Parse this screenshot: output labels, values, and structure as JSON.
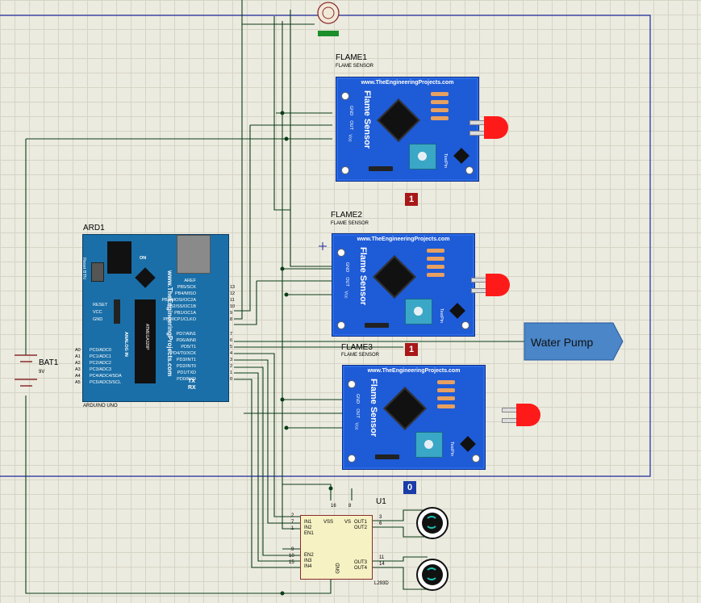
{
  "flame1": {
    "ref": "FLAME1",
    "type": "FLAME SENSOR",
    "url": "www.TheEngineeringProjects.com",
    "label": "Flame Sensor",
    "pins": [
      "GND",
      "OUT",
      "Vcc"
    ],
    "testpin": "TestPin"
  },
  "flame2": {
    "ref": "FLAME2",
    "type": "FLAME SENSOR",
    "url": "www.TheEngineeringProjects.com",
    "label": "Flame Sensor",
    "pins": [
      "GND",
      "OUT",
      "Vcc"
    ],
    "testpin": "TestPin"
  },
  "flame3": {
    "ref": "FLAME3",
    "type": "FLAME SENSOR",
    "url": "www.TheEngineeringProjects.com",
    "label": "Flame Sensor",
    "pins": [
      "GND",
      "OUT",
      "Vcc"
    ],
    "testpin": "TestPin"
  },
  "arduino": {
    "ref": "ARD1",
    "name": "ARDUINO UNO",
    "url": "www.TheEngineeringProjects.com",
    "reset_btn": "Reset BTN",
    "on": "ON",
    "left_pins": [
      "RESET",
      "VCC",
      "GND"
    ],
    "analog_pins": [
      "A0",
      "A1",
      "A2",
      "A3",
      "A4",
      "A5"
    ],
    "analog_labels": [
      "PC0/ADC0",
      "PC1/ADC1",
      "PC2/ADC2",
      "PC3/ADC3",
      "PC4/ADC4/SDA",
      "PC5/ADC5/SCL"
    ],
    "analog_in": "ANALOG IN",
    "chip": "ATMEGA328P",
    "digital_top": [
      {
        "label": "AREF",
        "num": ""
      },
      {
        "label": "PB5/SCK",
        "num": "13"
      },
      {
        "label": "PB4/MISO",
        "num": "12"
      },
      {
        "label": "PB3/MOSI/OC2A",
        "num": "11"
      },
      {
        "label": "PB2/SS/OC1B",
        "num": "10"
      },
      {
        "label": "PB1/OC1A",
        "num": "9"
      },
      {
        "label": "PB0/ICP1/CLKO",
        "num": "8"
      }
    ],
    "digital_bottom": [
      {
        "label": "PD7/AIN1",
        "num": "7"
      },
      {
        "label": "PD6/AIN0",
        "num": "6"
      },
      {
        "label": "PD5/T1",
        "num": "5"
      },
      {
        "label": "PD4/T0/XCK",
        "num": "4"
      },
      {
        "label": "PD3/INT1",
        "num": "3"
      },
      {
        "label": "PD2/INT0",
        "num": "2"
      },
      {
        "label": "PD1/TXD",
        "num": "1"
      },
      {
        "label": "PD0/RXD",
        "num": "0"
      }
    ],
    "tx": "TX",
    "rx": "RX"
  },
  "battery": {
    "ref": "BAT1",
    "value": "9V"
  },
  "terminal": {
    "label": "Water Pump"
  },
  "logic_probes": [
    {
      "value": "1"
    },
    {
      "value": "1"
    },
    {
      "value": "0"
    }
  ],
  "driver": {
    "ref": "U1",
    "part": "L293D",
    "left": [
      {
        "num": "2",
        "label": "IN1"
      },
      {
        "num": "7",
        "label": "IN2"
      },
      {
        "num": "1",
        "label": "EN1"
      },
      {
        "num": "9",
        "label": "EN2"
      },
      {
        "num": "10",
        "label": "IN3"
      },
      {
        "num": "15",
        "label": "IN4"
      }
    ],
    "top": [
      {
        "num": "16",
        "label": "VSS"
      },
      {
        "num": "8",
        "label": "VS"
      }
    ],
    "right": [
      {
        "num": "3",
        "label": "OUT1"
      },
      {
        "num": "6",
        "label": "OUT2"
      },
      {
        "num": "11",
        "label": "OUT3"
      },
      {
        "num": "14",
        "label": "OUT4"
      }
    ],
    "gnd": "GND"
  },
  "colors": {
    "wire": "#0a3d16",
    "frame": "#1c2a9a",
    "pcb": "#1e5bd6",
    "probe_high": "#a81818",
    "probe_low": "#1a3ca8",
    "terminal": "#4a86c8",
    "grid": "#d6d4c4",
    "background": "#ecebe0"
  }
}
